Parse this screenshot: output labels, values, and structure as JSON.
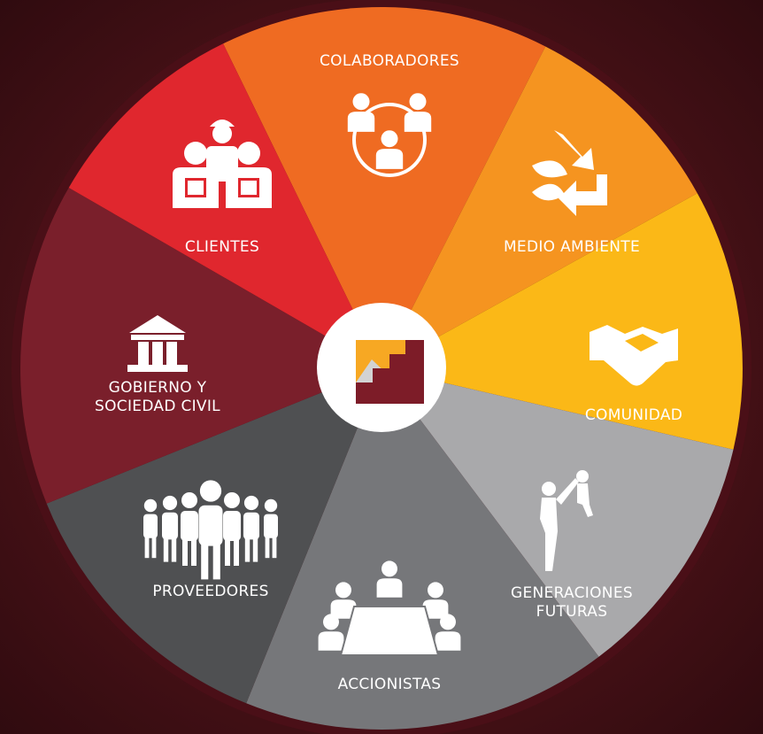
{
  "center": {
    "icon": "stairs-logo-icon"
  },
  "segments": [
    {
      "id": "colaboradores",
      "label_lines": [
        "COLABORADORES"
      ],
      "icon": "team-circle-icon",
      "color": "#ef6b22"
    },
    {
      "id": "medio-ambiente",
      "label_lines": [
        "MEDIO AMBIENTE"
      ],
      "icon": "recycle-leaf-icon",
      "color": "#f59420"
    },
    {
      "id": "comunidad",
      "label_lines": [
        "COMUNIDAD"
      ],
      "icon": "handshake-icon",
      "color": "#fbb817"
    },
    {
      "id": "generaciones-futuras",
      "label_lines": [
        "GENERACIONES",
        "FUTURAS"
      ],
      "icon": "parent-child-icon",
      "color": "#a9a9ab"
    },
    {
      "id": "accionistas",
      "label_lines": [
        "ACCIONISTAS"
      ],
      "icon": "meeting-table-icon",
      "color": "#76777a"
    },
    {
      "id": "proveedores",
      "label_lines": [
        "PROVEEDORES"
      ],
      "icon": "crowd-icon",
      "color": "#4f5052"
    },
    {
      "id": "gobierno",
      "label_lines": [
        "GOBIERNO Y",
        "SOCIEDAD CIVIL"
      ],
      "icon": "government-building-icon",
      "color": "#7a1f2b"
    },
    {
      "id": "clientes",
      "label_lines": [
        "CLIENTES"
      ],
      "icon": "workers-group-icon",
      "color": "#e0272e"
    }
  ]
}
